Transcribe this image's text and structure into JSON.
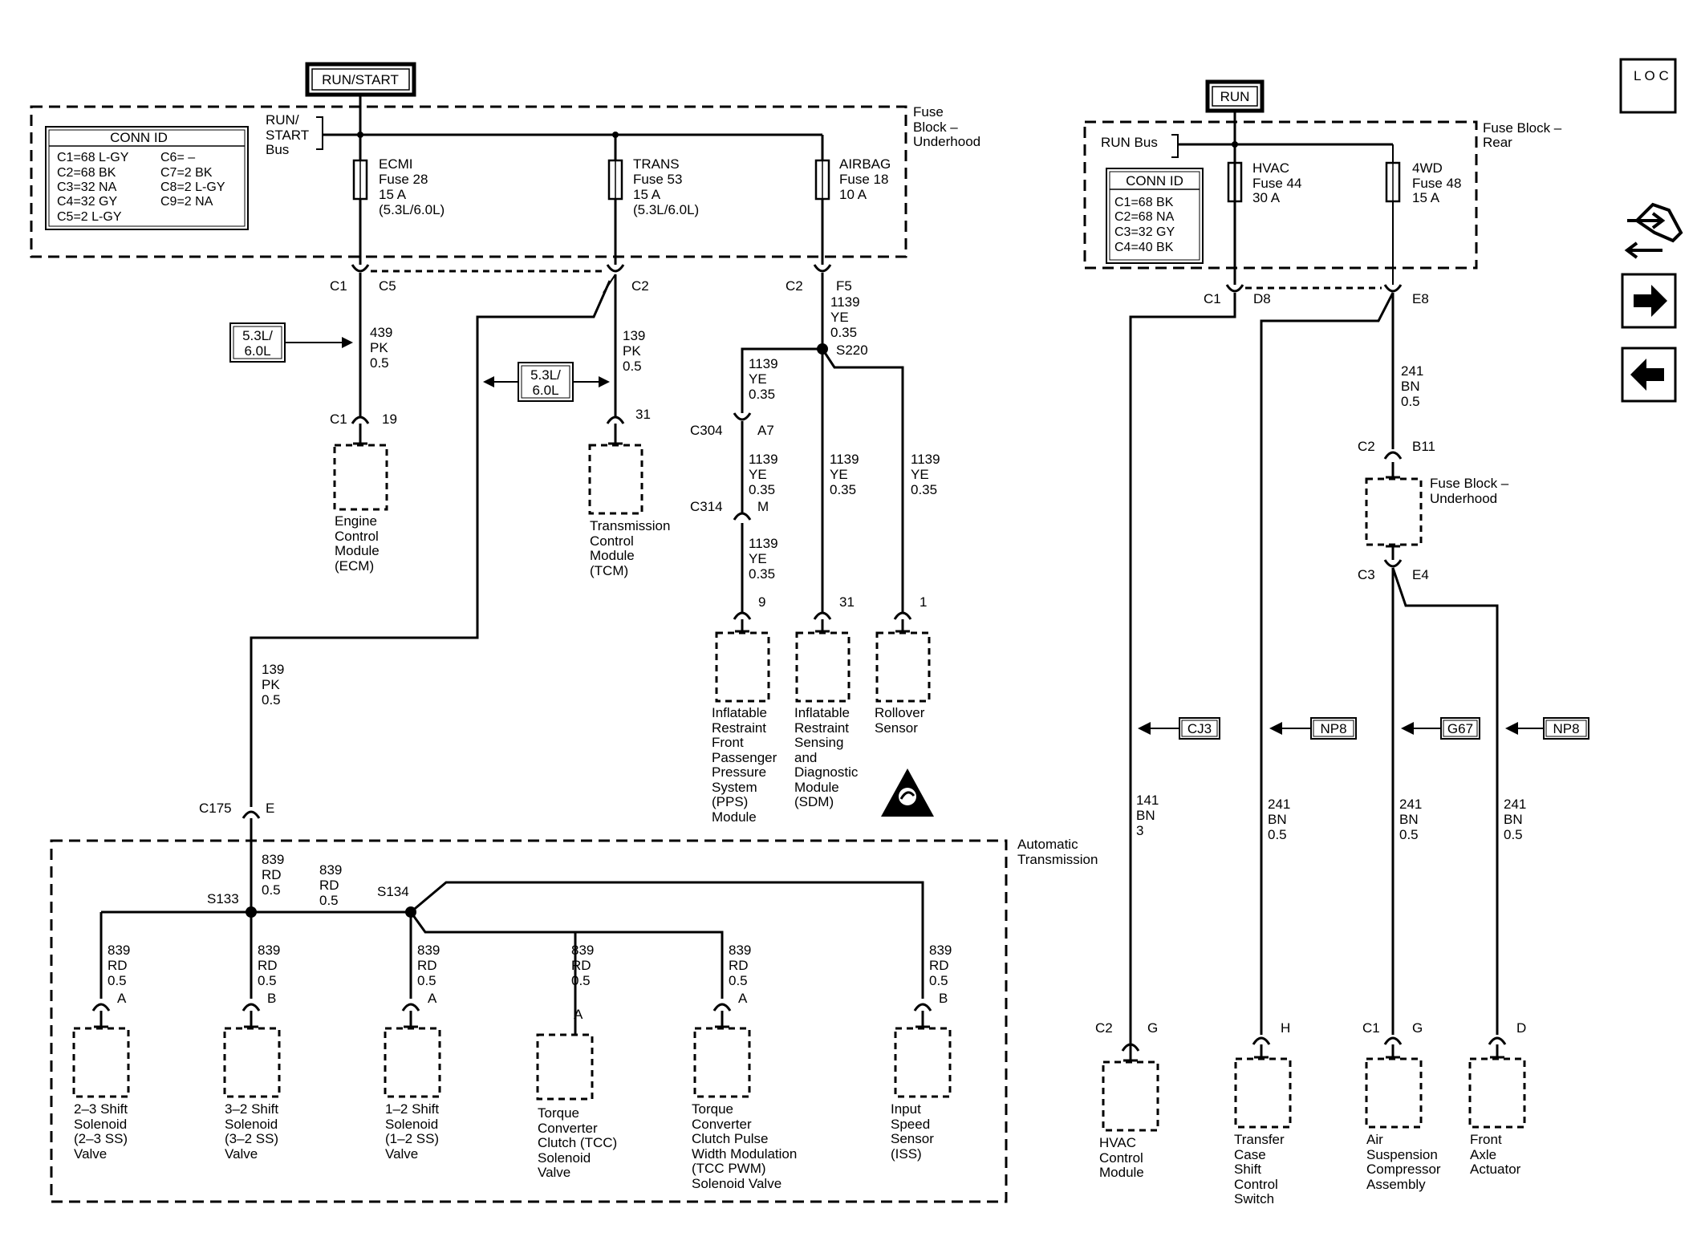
{
  "power_left": "RUN/START",
  "power_right": "RUN",
  "loc_icon": "L O C",
  "fuse_block_underhood": {
    "label": [
      "Fuse",
      "Block –",
      "Underhood"
    ],
    "bus_label": [
      "RUN/",
      "START",
      "Bus"
    ],
    "conn_id_title": "CONN ID",
    "conn_id_col1": [
      "C1=68 L-GY",
      "C2=68 BK",
      "C3=32 NA",
      "C4=32 GY",
      "C5=2 L-GY"
    ],
    "conn_id_col2": [
      "C6= –",
      "C7=2 BK",
      "C8=2 L-GY",
      "C9=2 NA"
    ],
    "fuses": [
      {
        "lines": [
          "ECMI",
          "Fuse 28",
          "15 A",
          "(5.3L/6.0L)"
        ]
      },
      {
        "lines": [
          "TRANS",
          "Fuse 53",
          "15 A",
          "(5.3L/6.0L)"
        ]
      },
      {
        "lines": [
          "AIRBAG",
          "Fuse 18",
          "10 A"
        ]
      }
    ]
  },
  "fuse_block_rear": {
    "label": [
      "Fuse Block –",
      "Rear"
    ],
    "bus_label": "RUN Bus",
    "conn_id_title": "CONN ID",
    "conn_id": [
      "C1=68 BK",
      "C2=68 NA",
      "C3=32 GY",
      "C4=40 BK"
    ],
    "fuses": [
      {
        "lines": [
          "HVAC",
          "Fuse 44",
          "30 A"
        ]
      },
      {
        "lines": [
          "4WD",
          "Fuse 48",
          "15 A"
        ]
      }
    ]
  },
  "fuse_block_underhood_small": [
    "Fuse Block –",
    "Underhood"
  ],
  "automatic_transmission": [
    "Automatic",
    "Transmission"
  ],
  "option_5_3": [
    "5.3L/",
    "6.0L"
  ],
  "connectors": {
    "c1": "C1",
    "c5": "C5",
    "c2": "C2",
    "f5": "F5",
    "c2b": "C2",
    "c1_19": "C1",
    "pin19": "19",
    "pin31": "31",
    "s220": "S220",
    "c304": "C304",
    "a7": "A7",
    "c314": "C314",
    "m": "M",
    "pin9": "9",
    "pin31b": "31",
    "pin1": "1",
    "c175": "C175",
    "e": "E",
    "s133": "S133",
    "s134": "S134",
    "pinA1": "A",
    "pinB1": "B",
    "pinA2": "A",
    "pinA3": "A",
    "pinA4": "A",
    "pinB2": "B",
    "rc1": "C1",
    "d8": "D8",
    "e8": "E8",
    "rc2": "C2",
    "b11": "B11",
    "rc3": "C3",
    "e4": "E4",
    "hc2": "C2",
    "hg": "G",
    "th": "H",
    "ac1": "C1",
    "ag": "G",
    "fd": "D"
  },
  "wires": {
    "w439": [
      "439",
      "PK",
      "0.5"
    ],
    "w139a": [
      "139",
      "PK",
      "0.5"
    ],
    "w1139a": [
      "1139",
      "YE",
      "0.35"
    ],
    "w1139b": [
      "1139",
      "YE",
      "0.35"
    ],
    "w1139c": [
      "1139",
      "YE",
      "0.35"
    ],
    "w1139d": [
      "1139",
      "YE",
      "0.35"
    ],
    "w1139e": [
      "1139",
      "YE",
      "0.35"
    ],
    "w1139f": [
      "1139",
      "YE",
      "0.35"
    ],
    "w139b": [
      "139",
      "PK",
      "0.5"
    ],
    "w839a": [
      "839",
      "RD",
      "0.5"
    ],
    "w839b": [
      "839",
      "RD",
      "0.5"
    ],
    "w839c": [
      "839",
      "RD",
      "0.5"
    ],
    "w839d": [
      "839",
      "RD",
      "0.5"
    ],
    "w839e": [
      "839",
      "RD",
      "0.5"
    ],
    "w839f": [
      "839",
      "RD",
      "0.5"
    ],
    "w839g": [
      "839",
      "RD",
      "0.5"
    ],
    "w839h": [
      "839",
      "RD",
      "0.5"
    ],
    "w241a": [
      "241",
      "BN",
      "0.5"
    ],
    "w141": [
      "141",
      "BN",
      "3"
    ],
    "w241b": [
      "241",
      "BN",
      "0.5"
    ],
    "w241c": [
      "241",
      "BN",
      "0.5"
    ],
    "w241d": [
      "241",
      "BN",
      "0.5"
    ]
  },
  "options": [
    "CJ3",
    "NP8",
    "G67",
    "NP8"
  ],
  "components": {
    "ecm": [
      "Engine",
      "Control",
      "Module",
      "(ECM)"
    ],
    "tcm": [
      "Transmission",
      "Control",
      "Module",
      "(TCM)"
    ],
    "pps": [
      "Inflatable",
      "Restraint",
      "Front",
      "Passenger",
      "Pressure",
      "System",
      "(PPS)",
      "Module"
    ],
    "sdm": [
      "Inflatable",
      "Restraint",
      "Sensing",
      "and",
      "Diagnostic",
      "Module",
      "(SDM)"
    ],
    "rollover": [
      "Rollover",
      "Sensor"
    ],
    "ss23": [
      "2–3 Shift",
      "Solenoid",
      "(2–3 SS)",
      "Valve"
    ],
    "ss32": [
      "3–2 Shift",
      "Solenoid",
      "(3–2 SS)",
      "Valve"
    ],
    "ss12": [
      "1–2 Shift",
      "Solenoid",
      "(1–2 SS)",
      "Valve"
    ],
    "tcc": [
      "Torque",
      "Converter",
      "Clutch (TCC)",
      "Solenoid",
      "Valve"
    ],
    "tccpwm": [
      "Torque",
      "Converter",
      "Clutch Pulse",
      "Width Modulation",
      "(TCC PWM)",
      "Solenoid Valve"
    ],
    "iss": [
      "Input",
      "Speed",
      "Sensor",
      "(ISS)"
    ],
    "hvac": [
      "HVAC",
      "Control",
      "Module"
    ],
    "transfer": [
      "Transfer",
      "Case",
      "Shift",
      "Control",
      "Switch"
    ],
    "air": [
      "Air",
      "Suspension",
      "Compressor",
      "Assembly"
    ],
    "front": [
      "Front",
      "Axle",
      "Actuator"
    ]
  }
}
